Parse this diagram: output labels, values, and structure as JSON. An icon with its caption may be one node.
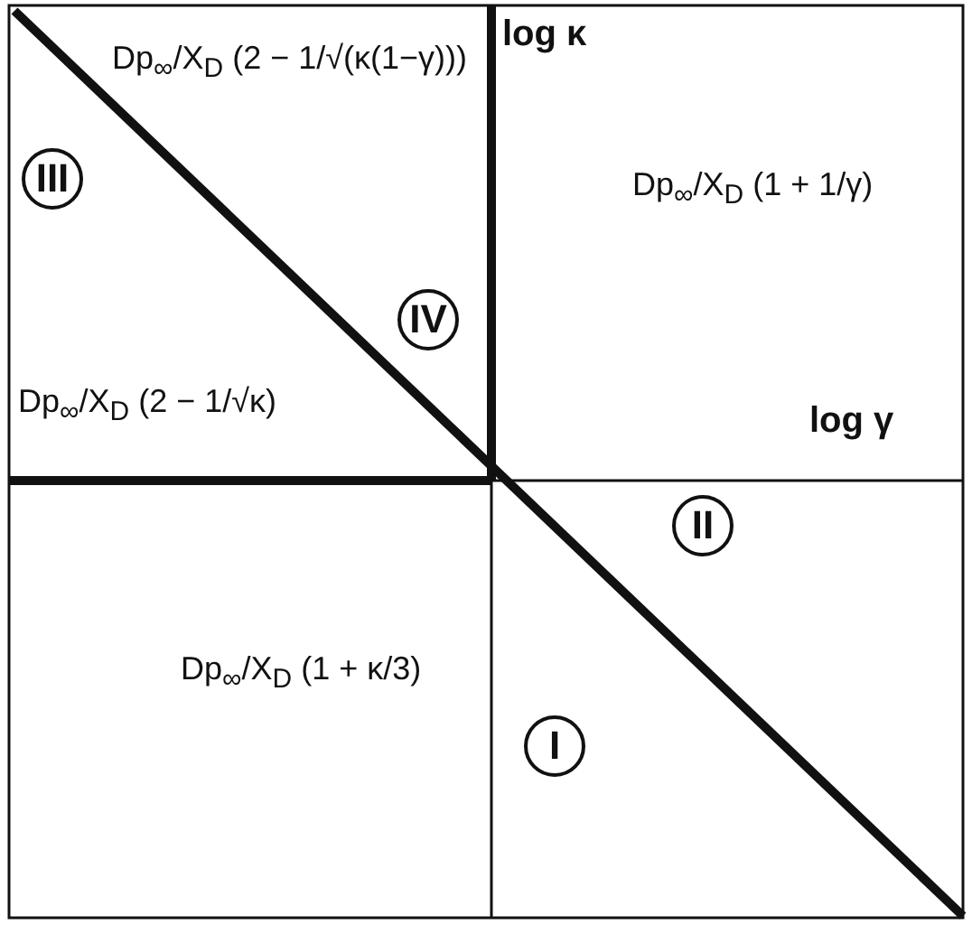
{
  "diagram": {
    "nodes": [
      {
        "text": [
          "III"
        ]
      },
      {
        "text": [
          "IV"
        ]
      },
      {
        "text": [
          "II"
        ]
      },
      {
        "text": [
          "I"
        ]
      }
    ],
    "edges": [],
    "labels": [
      "Dp$_{∞}$/X$_{D}$ (2 − 1/√(κ(1−γ)))",
      "log κ",
      "Dp$_{∞}$/X$_{D}$ (1 + 1/γ)",
      "Dp$_{∞}$/X$_{D}$ (2 − 1/√κ)",
      "log γ",
      "Dp$_{∞}$/X$_{D}$ (1 + κ/3)"
    ]
  }
}
